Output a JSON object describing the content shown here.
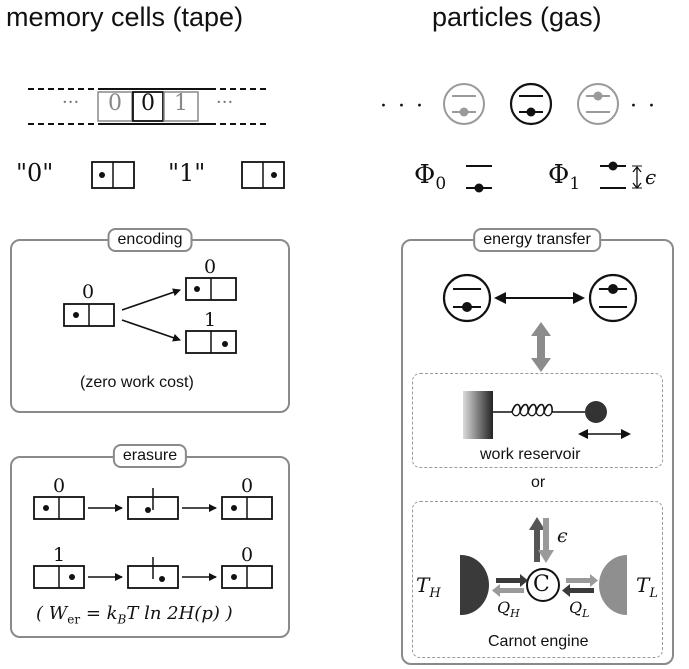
{
  "headings": {
    "left": "memory cells (tape)",
    "right": "particles (gas)"
  },
  "tape": {
    "ellipsis_left": "···",
    "cells": [
      "0",
      "0",
      "1"
    ],
    "ellipsis_right": "···"
  },
  "bit_labels": {
    "zero": "\"0\"",
    "one": "\"1\""
  },
  "particles": {
    "ellipsis_left": "· · ·",
    "ellipsis_right": "· ·"
  },
  "potentials": {
    "phi0": "Φ",
    "phi0_sub": "0",
    "phi1": "Φ",
    "phi1_sub": "1",
    "epsilon": "ϵ"
  },
  "encoding": {
    "tag": "encoding",
    "input_label": "0",
    "out_top_label": "0",
    "out_bottom_label": "1",
    "caption": "(zero work cost)"
  },
  "erasure": {
    "tag": "erasure",
    "row1_in": "0",
    "row1_out": "0",
    "row2_in": "1",
    "row2_out": "0",
    "formula": "( W",
    "formula_sub": "er",
    "formula_rest": " = k",
    "formula_kb_sub": "B",
    "formula_tail": "T ln 2H(p) )"
  },
  "energy_transfer": {
    "tag": "energy transfer",
    "work_reservoir": "work reservoir",
    "or": "or",
    "carnot_engine": "Carnot engine",
    "engine_symbol": "C",
    "epsilon": "ϵ",
    "T_H": "T",
    "T_H_sub": "H",
    "T_L": "T",
    "T_L_sub": "L",
    "Q_H": "Q",
    "Q_H_sub": "H",
    "Q_L": "Q",
    "Q_L_sub": "L"
  },
  "colors": {
    "border": "#8a8a8a",
    "dark": "#111111",
    "gray": "#8c8c8c",
    "hot": "#3a3a3a",
    "cold": "#8f8f8f"
  }
}
